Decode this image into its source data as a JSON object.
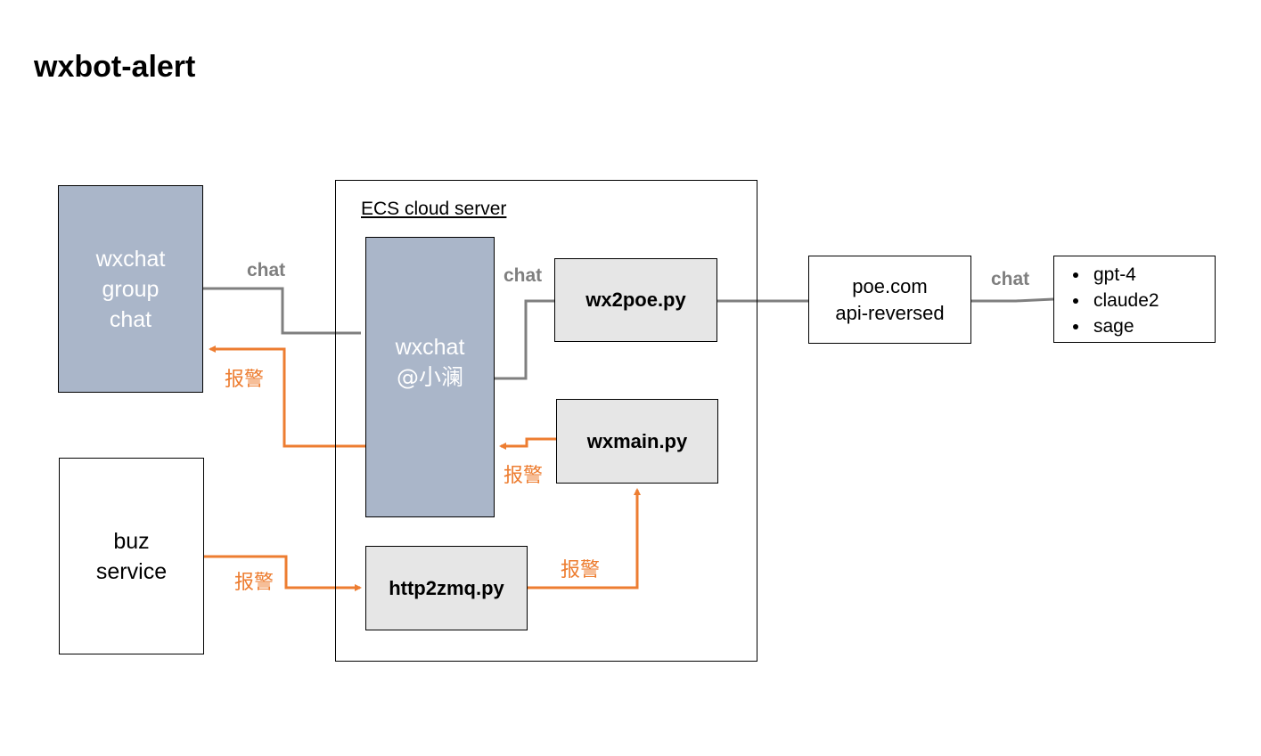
{
  "title": "wxbot-alert",
  "ecs_label": "ECS cloud server",
  "nodes": {
    "group_chat": [
      "wxchat",
      "group",
      "chat"
    ],
    "wxchat_bot": [
      "wxchat",
      "@小澜"
    ],
    "wx2poe": "wx2poe.py",
    "wxmain": "wxmain.py",
    "http2zmq": "http2zmq.py",
    "buz_service": [
      "buz",
      "service"
    ],
    "poe": [
      "poe.com",
      "api-reversed"
    ],
    "models": [
      "gpt-4",
      "claude2",
      "sage"
    ]
  },
  "edge_labels": {
    "chat": "chat",
    "alarm": "报警"
  },
  "colors": {
    "chat_line": "#7f7f7f",
    "alarm_line": "#ed7d31",
    "bot_box": "#aab6c9",
    "script_box": "#e6e6e6"
  }
}
